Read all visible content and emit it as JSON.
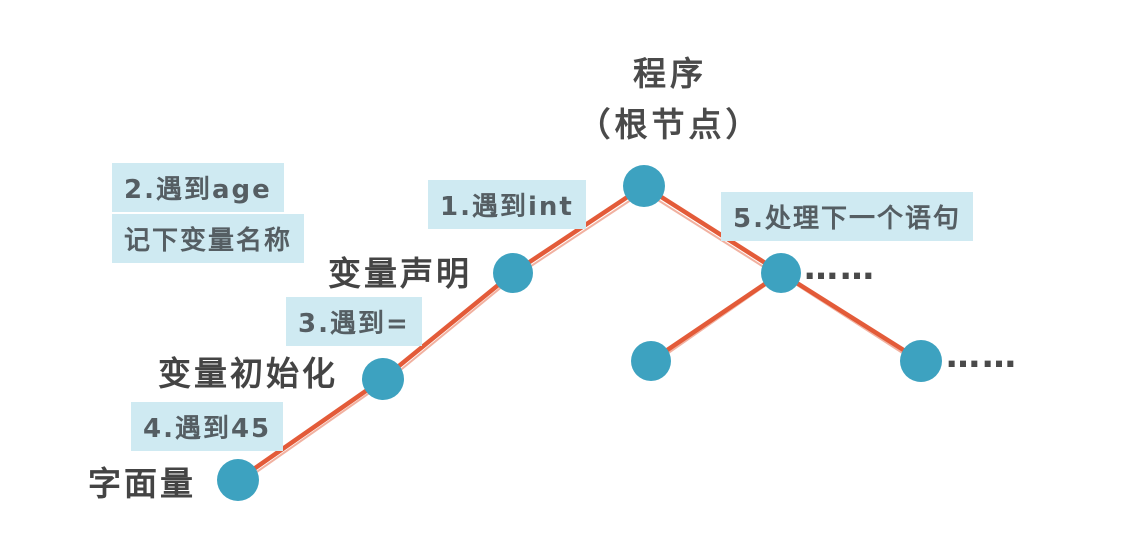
{
  "title": {
    "line1": "程序",
    "line2": "（根节点）"
  },
  "node_labels": {
    "declaration": "变量声明",
    "initialization": "变量初始化",
    "literal": "字面量"
  },
  "notes": {
    "n1": "1.遇到int",
    "n2_line1": "2.遇到age",
    "n2_line2": "记下变量名称",
    "n3": "3.遇到=",
    "n4": "4.遇到45",
    "n5": "5.处理下一个语句"
  },
  "ellipsis": {
    "right_top": "……",
    "right_bottom": "……"
  },
  "colors": {
    "node_fill": "#3da2c0",
    "edge_stroke": "#e2532f",
    "note_highlight": "#cfeaf2",
    "text": "#4a4a4a",
    "background": "#ffffff"
  }
}
